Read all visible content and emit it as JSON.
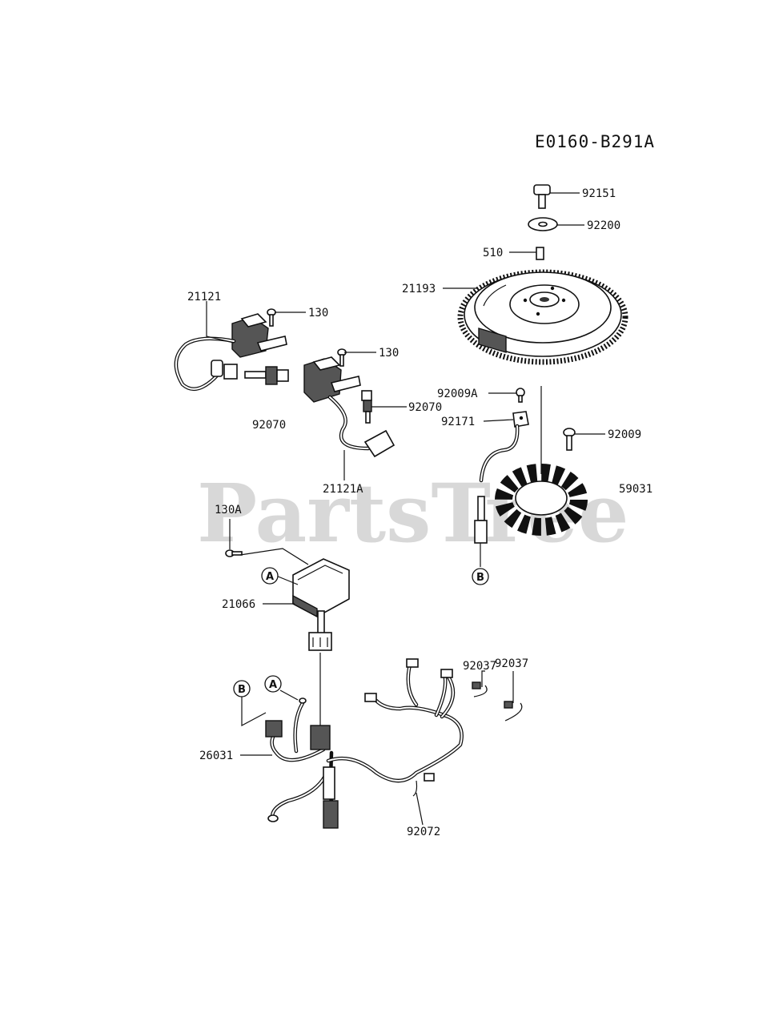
{
  "diagram": {
    "code": "E0160-B291A",
    "watermark": "PartsTree",
    "callouts": {
      "a": "A",
      "b": "B"
    },
    "parts": {
      "p92151": "92151",
      "p92200": "92200",
      "p510": "510",
      "p21193": "21193",
      "p21121": "21121",
      "p130_1": "130",
      "p130_2": "130",
      "p92070_1": "92070",
      "p92070_2": "92070",
      "p92009A": "92009A",
      "p92171": "92171",
      "p92009": "92009",
      "p59031": "59031",
      "p21121A": "21121A",
      "p130A": "130A",
      "p21066": "21066",
      "p92037_1": "92037",
      "p92037_2": "92037",
      "p26031": "26031",
      "p92072": "92072"
    }
  }
}
